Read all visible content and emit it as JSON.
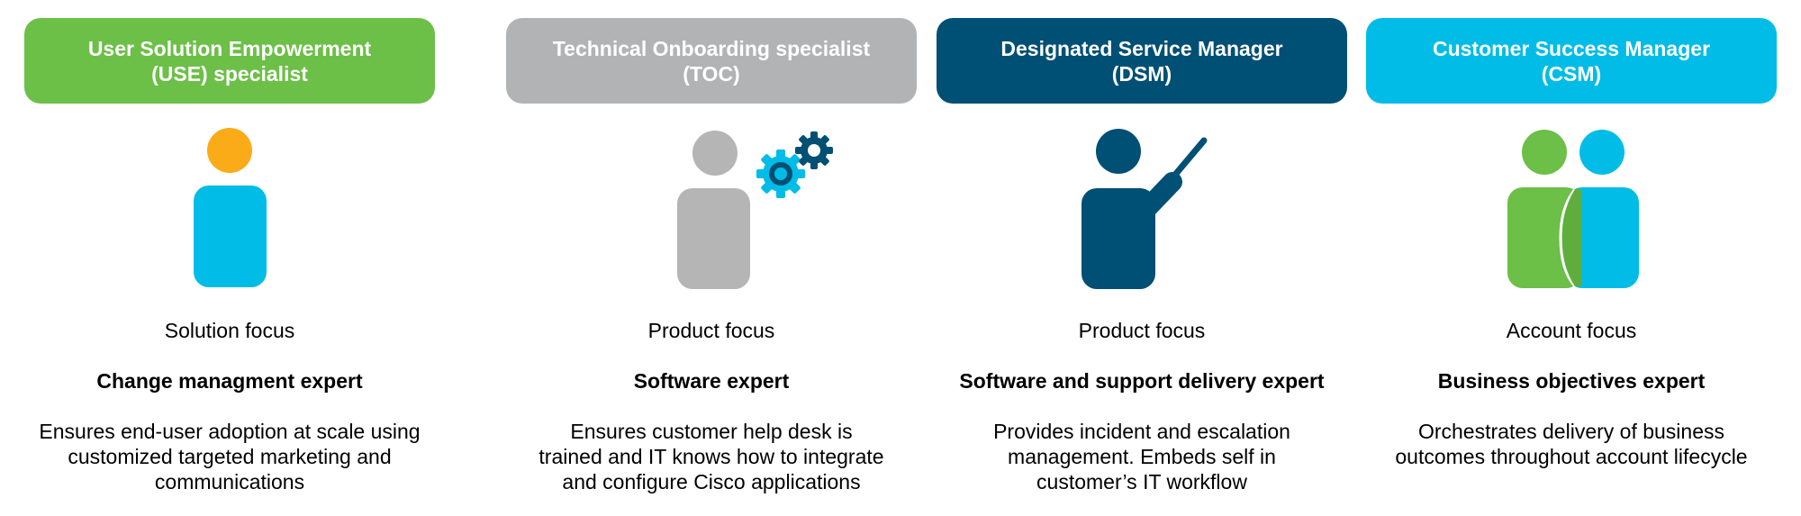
{
  "colors": {
    "green": "#6cbf47",
    "gray": "#b2b3b5",
    "navy": "#004f74",
    "cyan": "#00bce7",
    "orange": "#fbab18",
    "figure_gray": "#b5b5b5",
    "gear_navy": "#004f74",
    "gear_cyan": "#00bce7"
  },
  "roles": [
    {
      "title_line1": "User Solution Empowerment",
      "title_line2": "(USE) specialist",
      "focus": "Solution focus",
      "expert": "Change managment expert",
      "desc_line1": "Ensures end-user adoption at scale using",
      "desc_line2": "customized targeted marketing and",
      "desc_line3": "communications",
      "icon": "single-person-icon"
    },
    {
      "title_line1": "Technical Onboarding specialist",
      "title_line2": "(TOC)",
      "focus": "Product focus",
      "expert": "Software expert",
      "desc_line1": "Ensures customer help desk is",
      "desc_line2": "trained and IT knows how to integrate",
      "desc_line3": "and configure Cisco applications",
      "icon": "person-with-gears-icon"
    },
    {
      "title_line1": "Designated Service Manager",
      "title_line2": "(DSM)",
      "focus": "Product focus",
      "expert": "Software and support delivery expert",
      "desc_line1": "Provides incident and escalation",
      "desc_line2": "management. Embeds self in",
      "desc_line3": "customer’s IT workflow",
      "icon": "person-presenting-icon"
    },
    {
      "title_line1": "Customer Success Manager",
      "title_line2": "(CSM)",
      "focus": "Account focus",
      "expert": "Business objectives expert",
      "desc_line1": "Orchestrates delivery of business",
      "desc_line2": "outcomes throughout account lifecycle",
      "desc_line3": "",
      "icon": "two-people-icon"
    }
  ]
}
